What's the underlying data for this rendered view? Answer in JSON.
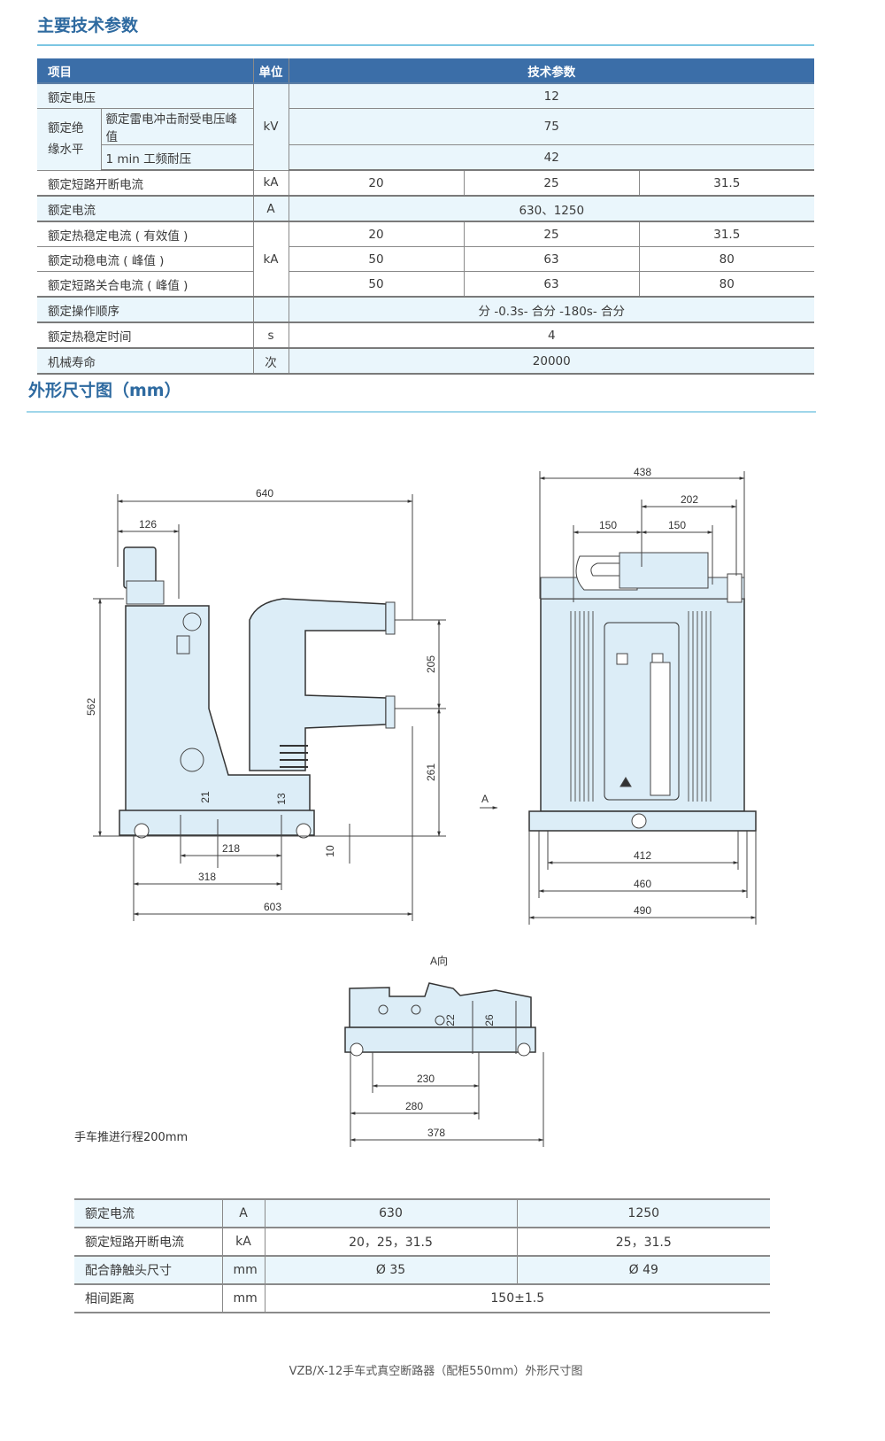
{
  "section1": {
    "title": "主要技术参数",
    "headers": {
      "item": "项目",
      "unit": "单位",
      "params": "技术参数"
    },
    "rows": {
      "rated_voltage": {
        "label": "额定电压",
        "value": "12"
      },
      "insulation_group": "额定绝缘水平",
      "lightning": {
        "label": "额定雷电冲击耐受电压峰值",
        "value": "75"
      },
      "power_freq": {
        "label": "1 min 工频耐压",
        "value": "42"
      },
      "voltage_unit": "kV",
      "breaking": {
        "label": "额定短路开断电流",
        "unit": "kA",
        "values": [
          "20",
          "25",
          "31.5"
        ]
      },
      "rated_current": {
        "label": "额定电流",
        "unit": "A",
        "value": "630、1250"
      },
      "thermal": {
        "label": "额定热稳定电流 ( 有效值 )",
        "values": [
          "20",
          "25",
          "31.5"
        ]
      },
      "dynamic": {
        "label": "额定动稳电流 ( 峰值 )",
        "values": [
          "50",
          "63",
          "80"
        ]
      },
      "making": {
        "label": "额定短路关合电流 ( 峰值 )",
        "values": [
          "50",
          "63",
          "80"
        ]
      },
      "ka_unit": "kA",
      "sequence": {
        "label": "额定操作顺序",
        "unit": "",
        "value": "分 -0.3s- 合分 -180s- 合分"
      },
      "thermal_time": {
        "label": "额定热稳定时间",
        "unit": "s",
        "value": "4"
      },
      "mech_life": {
        "label": "机械寿命",
        "unit": "次",
        "value": "20000"
      }
    }
  },
  "section2": {
    "title": "外形尺寸图（mm）",
    "side_view": {
      "d640": "640",
      "d126": "126",
      "d562": "562",
      "d205": "205",
      "d261": "261",
      "d21": "21",
      "d13": "13",
      "d10": "10",
      "d218": "218",
      "d318": "318",
      "d603": "603"
    },
    "front_view": {
      "d438": "438",
      "d202": "202",
      "d150a": "150",
      "d150b": "150",
      "d412": "412",
      "d460": "460",
      "d490": "490",
      "arrow_label": "A"
    },
    "a_view": {
      "title": "A向",
      "d22": "22",
      "d26": "26",
      "d230": "230",
      "d280": "280",
      "d378": "378"
    },
    "travel_note": "手车推进行程200mm"
  },
  "table2": {
    "rows": [
      {
        "label": "额定电流",
        "unit": "A",
        "v630": "630",
        "v1250": "1250"
      },
      {
        "label": "额定短路开断电流",
        "unit": "kA",
        "v630": "20，25，31.5",
        "v1250": "25，31.5"
      },
      {
        "label": "配合静触头尺寸",
        "unit": "mm",
        "v630": "Ø 35",
        "v1250": "Ø 49"
      },
      {
        "label": "相间距离",
        "unit": "mm",
        "value": "150±1.5"
      }
    ]
  },
  "footer_caption": "VZB/X-12手车式真空断路器（配柜550mm）外形尺寸图",
  "colors": {
    "title": "#2e6aa0",
    "header_bg": "#3b6ea8",
    "row_alt": "#eaf6fc",
    "rule": "#7cc6e3",
    "drawing_fill": "#dcedf7"
  }
}
